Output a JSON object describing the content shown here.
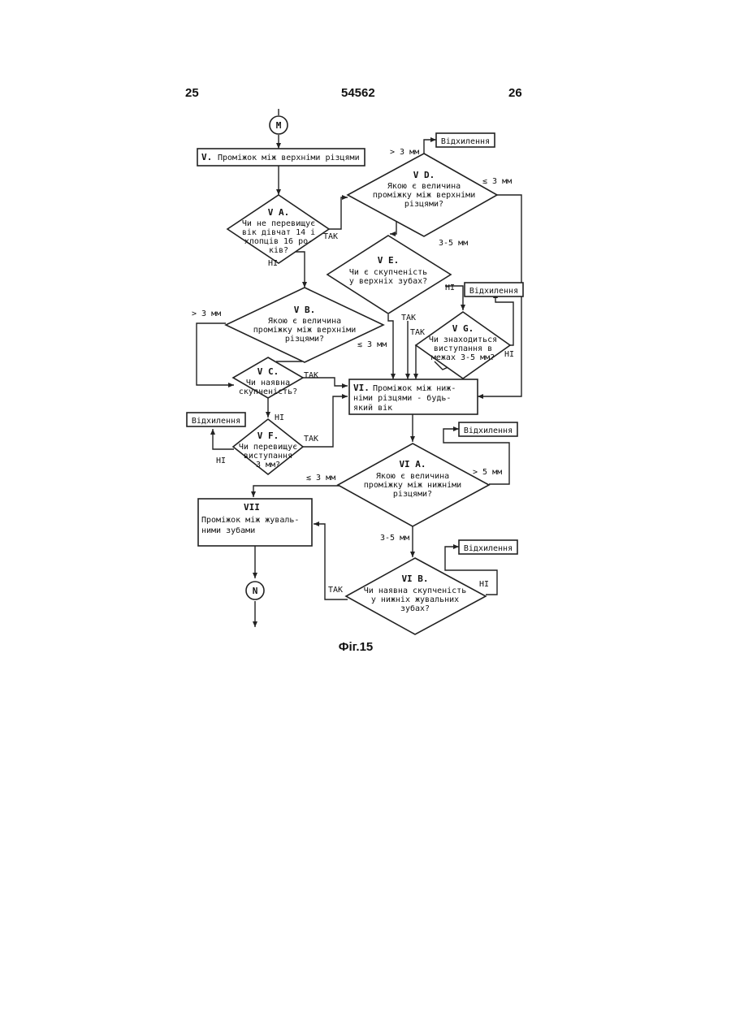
{
  "header": {
    "left_page": "25",
    "doc_number": "54562",
    "right_page": "26"
  },
  "caption": "Фіг.15",
  "connectors": {
    "top": "M",
    "bottom": "N"
  },
  "boxes": {
    "v": {
      "num": "V.",
      "text": "Проміжок між верхніми різцями"
    },
    "vi": {
      "num": "VI.",
      "line1": "Проміжок між ниж-",
      "line2": "німи різцями - будь-",
      "line3": "який вік"
    },
    "vii": {
      "num": "VII",
      "line1": "Проміжок між жуваль-",
      "line2": "ними зубами"
    }
  },
  "decisions": {
    "va": {
      "title": "V A.",
      "line1": "Чи не перевищує",
      "line2": "вік дівчат 14 і",
      "line3": "хлопців 16 ро-",
      "line4": "ків?"
    },
    "vb": {
      "title": "V B.",
      "line1": "Якою є величина",
      "line2": "проміжку між верхніми",
      "line3": "різцями?"
    },
    "vc": {
      "title": "V C.",
      "line1": "Чи наявна",
      "line2": "скупченість?"
    },
    "vd": {
      "title": "V D.",
      "line1": "Якою є величина",
      "line2": "проміжку між верхніми",
      "line3": "різцями?"
    },
    "ve": {
      "title": "V E.",
      "line1": "Чи є скупченість",
      "line2": "у верхніх зубах?"
    },
    "vf": {
      "title": "V F.",
      "line1": "Чи перевищує",
      "line2": "виступання",
      "line3": "3 мм?"
    },
    "vg": {
      "title": "V G.",
      "line1": "Чи знаходиться",
      "line2": "виступання в",
      "line3": "межах 3-5 мм?"
    },
    "via": {
      "title": "VI A.",
      "line1": "Якою є величина",
      "line2": "проміжку між нижніми",
      "line3": "різцями?"
    },
    "vib": {
      "title": "VI B.",
      "line1": "Чи наявна скупченість",
      "line2": "у нижніх жувальних",
      "line3": "зубах?"
    }
  },
  "outcomes": {
    "deviation": "Відхилення"
  },
  "edge_labels": {
    "yes": "ТАК",
    "no": "НІ",
    "gt3": "> 3 мм",
    "le3": "≲ 3 мм",
    "gt5": "> 5 мм",
    "r35": "3-5 мм"
  }
}
